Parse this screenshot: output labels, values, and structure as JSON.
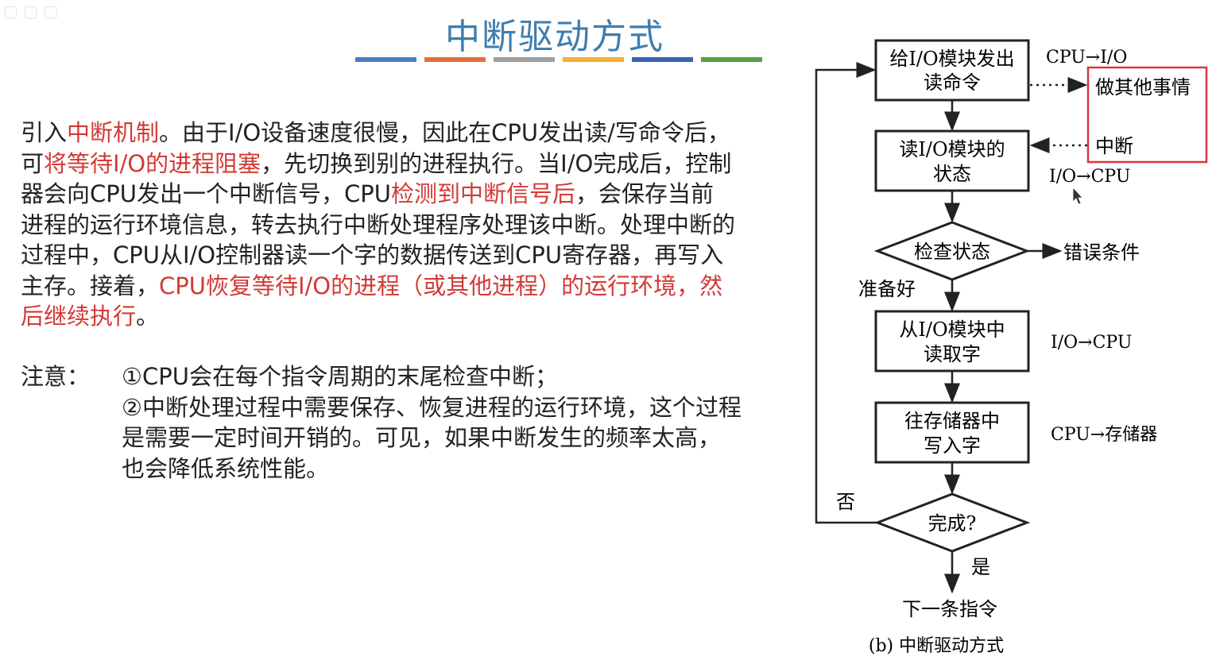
{
  "title": "中断驱动方式",
  "title_bar_colors": [
    "#4a7fbf",
    "#e2703a",
    "#a0a0a0",
    "#f2b230",
    "#3a64b0",
    "#5aa043"
  ],
  "paragraph": [
    {
      "t": "引入",
      "hl": false
    },
    {
      "t": "中断机制",
      "hl": true
    },
    {
      "t": "。由于I/O设备速度很慢，因此在CPU发出读/写命令后，可",
      "hl": false
    },
    {
      "t": "将等待I/O的进程阻塞",
      "hl": true
    },
    {
      "t": "，先切换到别的进程执行。当I/O完成后，控制器会向CPU发出一个中断信号，CPU",
      "hl": false
    },
    {
      "t": "检测到中断信号后",
      "hl": true
    },
    {
      "t": "，会保存当前进程的运行环境信息，转去执行中断处理程序处理该中断。处理中断的过程中，CPU从I/O控制器读一个字的数据传送到CPU寄存器，再写入主存。接着，",
      "hl": false
    },
    {
      "t": "CPU恢复等待I/O的进程（或其他进程）的运行环境，然后继续执行",
      "hl": true
    },
    {
      "t": "。",
      "hl": false
    }
  ],
  "note": {
    "label": "注意：",
    "lines": [
      "①CPU会在每个指令周期的末尾检查中断；",
      "②中断处理过程中需要保存、恢复进程的运行环境，这个过程是需要一定时间开销的。可见，如果中断发生的频率太高，也会降低系统性能。"
    ]
  },
  "flow": {
    "box1": [
      "给I/O模块发出",
      "读命令"
    ],
    "box2": [
      "读I/O模块的",
      "状态"
    ],
    "diamond1": "检查状态",
    "box3": [
      "从I/O模块中",
      "读取字"
    ],
    "box4": [
      "往存储器中",
      "写入字"
    ],
    "diamond2": "完成?",
    "side1": "CPU→I/O",
    "side2": "做其他事情",
    "side3": "中断",
    "side4": "I/O→CPU",
    "side5": "错误条件",
    "side6": "准备好",
    "side7": "I/O→CPU",
    "side8": "CPU→存储器",
    "no": "否",
    "yes": "是",
    "next": "下一条指令",
    "caption": "(b) 中断驱动方式"
  },
  "highlight_color": "#d23a36",
  "frame_color": "#d9363e"
}
